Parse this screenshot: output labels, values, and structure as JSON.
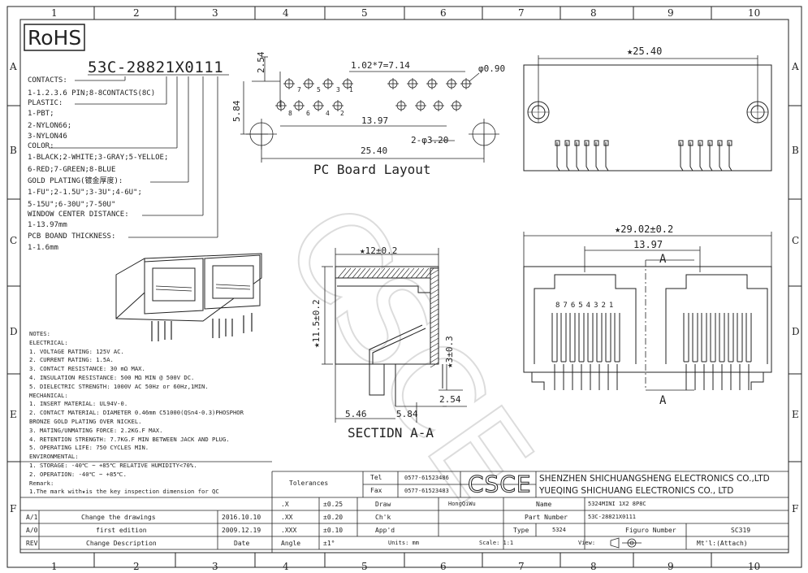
{
  "grid": {
    "columns": [
      "1",
      "2",
      "3",
      "4",
      "5",
      "6",
      "7",
      "8",
      "9",
      "10"
    ],
    "rows": [
      "A",
      "B",
      "C",
      "D",
      "E",
      "F"
    ]
  },
  "rohs": "RoHS",
  "part_code": "53C-28821X0111",
  "options": {
    "contacts_label": "CONTACTS:",
    "contacts_value": "1-1.2.3.6 PIN;8-8CONTACTS(8C)",
    "plastic_label": "PLASTIC:",
    "plastic_values": [
      "1-PBT;",
      "2-NYLON66;",
      "3-NYLON46"
    ],
    "color_label": "COLOR:",
    "color_values": [
      "1-BLACK;2-WHITE;3-GRAY;5-YELLOE;",
      "6-RED;7-GREEN;8-BLUE"
    ],
    "gold_label": "GOLD PLATING(镀金厚度):",
    "gold_values": [
      "1-FU\";2-1.5U\";3-3U\";4-6U\";",
      "5-15U\";6-30U\";7-50U\""
    ],
    "window_label": "WINDOW CENTER DISTANCE:",
    "window_value": "1-13.97mm",
    "pcb_label": "PCB BOAND THICKNESS:",
    "pcb_value": "1-1.6mm"
  },
  "pcb_layout": {
    "title": "PC Board Layout",
    "dims": {
      "pitch": "1.02*7=7.14",
      "hole": "φ0.90",
      "height_254": "2.54",
      "height_584": "5.84",
      "span_1397": "13.97",
      "peg": "2-φ3.20",
      "width": "25.40"
    },
    "pins_top": [
      "7",
      "5",
      "3",
      "1"
    ],
    "pins_bottom": [
      "8",
      "6",
      "4",
      "2"
    ]
  },
  "top_view": {
    "width": "★25.40"
  },
  "section": {
    "title": "SECTIDN A-A",
    "depth": "★12±0.2",
    "height": "★11.5±0.2",
    "pin_len": "★3±0.3",
    "d546": "5.46",
    "d584": "5.84",
    "d254": "2.54"
  },
  "front_view": {
    "width": "★29.02±0.2",
    "span": "13.97",
    "cut_label": "A",
    "pin_numbers": "87654321"
  },
  "notes": [
    "NOTES:",
    "ELECTRICAL:",
    "1. VOLTAGE RATING: 125V AC.",
    "2. CURRENT RATING: 1.5A.",
    "3. CONTACT RESISTANCE: 30 mΩ MAX.",
    "4. INSULATION RESISTANCE: 500 MΩ MIN @ 500V DC.",
    "5. DIELECTRIC STRENGTH: 1000V AC 50Hz or 60Hz,1MIN.",
    "MECHANICAL:",
    "1. INSERT MATERIAL: UL94V-0.",
    "2. CONTACT MATERIAL: DIAMETER 0.46mm C51000(QSn4-0.3)PHOSPHOR",
    "          BRONZE GOLD PLATING OVER NICKEL.",
    "3. MATING/UNMATING FORCE: 2.2KG.F MAX.",
    "4. RETENTION STRENGTH: 7.7KG.F MIN BETWEEN JACK AND PLUG.",
    "5. OPERATING LIFE: 750 CYCLES MIN.",
    "ENVIRONMENTAL:",
    "1. STORAGE: -40℃ ~ +85℃ RELATIVE HUMIDITY<70%.",
    "2. OPERATION: -40℃ ~ +85℃.",
    "Remark:",
    "1.The mark with★is the key inspection dimension for QC"
  ],
  "watermark": "CSCE",
  "title_block": {
    "tolerances": "Tolerances",
    "tel_label": "Tel",
    "tel": "0577-61523486",
    "fax_label": "Fax",
    "fax": "0577-61523483",
    "logo": "CSCE",
    "company_en": "SHENZHEN SHICHUANGSHENG ELECTRONICS CO.,LTD",
    "company_en2": "YUEQING SHICHUANG ELECTRONICS CO., LTD",
    "tol_rows": [
      {
        "k": ".X",
        "v": "±0.25"
      },
      {
        "k": ".XX",
        "v": "±0.20"
      },
      {
        "k": ".XXX",
        "v": "±0.10"
      },
      {
        "k": "Angle",
        "v": "±1°"
      }
    ],
    "draw_label": "Draw",
    "draw": "HongQiWu",
    "chk_label": "Ch'k",
    "appd_label": "App'd",
    "name_label": "Name",
    "name": "5324MINI 1X2 8P8C",
    "partno_label": "Part Number",
    "partno": "53C-28821X0111",
    "type_label": "Type",
    "type": "5324",
    "figuro_label": "Figuro Number",
    "figuro": "SC319",
    "units": "Units: mm",
    "scale": "Scale: 1:1",
    "view": "View:",
    "material": "Mt'l:(Attach)"
  },
  "revisions": [
    {
      "rev": "A/1",
      "desc": "Change the drawings",
      "date": "2016.10.10"
    },
    {
      "rev": "A/0",
      "desc": "first edition",
      "date": "2009.12.19"
    },
    {
      "rev": "REV",
      "desc": "Change Description",
      "date": "Date"
    }
  ]
}
